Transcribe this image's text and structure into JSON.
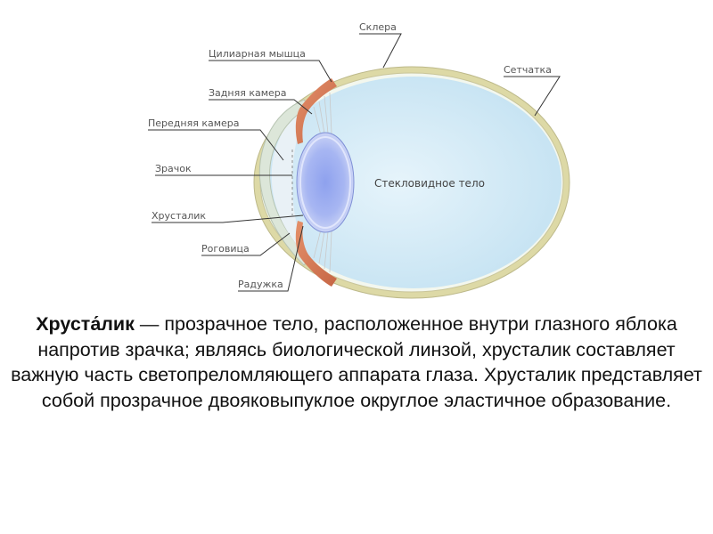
{
  "diagram": {
    "labels": {
      "sclera": "Склера",
      "ciliary_muscle": "Цилиарная мышца",
      "retina": "Сетчатка",
      "posterior_chamber": "Задняя камера",
      "anterior_chamber": "Передняя камера",
      "pupil": "Зрачок",
      "vitreous_body": "Стекловидное тело",
      "lens": "Хрусталик",
      "cornea": "Роговица",
      "iris": "Радужка"
    },
    "colors": {
      "sclera": "#ddd9a6",
      "vitreous": "#d9eef8",
      "lens_center": "#8ea1ee",
      "ciliary": "#d27a56",
      "leader": "#333333"
    }
  },
  "caption": {
    "term": "Хруста́лик",
    "text": " — прозрачное тело, расположенное внутри глазного яблока напротив зрачка; являясь биологической линзой, хрусталик составляет важную часть светопреломляющего аппарата глаза. Хрусталик представляет собой прозрачное двояковыпуклое округлое эластичное образование."
  }
}
